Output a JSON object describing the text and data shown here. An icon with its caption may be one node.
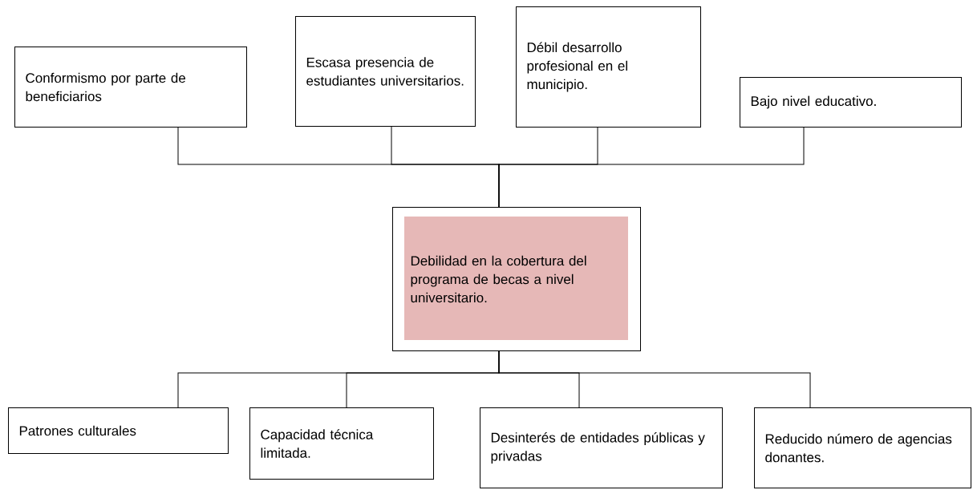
{
  "diagram": {
    "nodes": [
      {
        "text": [
          "Conformismo por parte de beneficiarios"
        ]
      },
      {
        "text": [
          "Escasa presencia de estudiantes universitarios."
        ]
      },
      {
        "text": [
          "Débil desarrollo profesional en el municipio."
        ]
      },
      {
        "text": [
          "Bajo nivel educativo."
        ]
      },
      {
        "text": [
          "Debilidad en la cobertura del programa de becas a nivel universitario."
        ]
      },
      {
        "text": [
          "Patrones culturales"
        ]
      },
      {
        "text": [
          "Capacidad técnica limitada."
        ]
      },
      {
        "text": [
          "Desinterés de entidades públicas y privadas"
        ]
      },
      {
        "text": [
          "Reducido número de agencias donantes."
        ]
      }
    ],
    "edges": [
      {
        "from": 0,
        "to": 4,
        "arrow": "none"
      },
      {
        "from": 1,
        "to": 4,
        "arrow": "none"
      },
      {
        "from": 2,
        "to": 4,
        "arrow": "none"
      },
      {
        "from": 3,
        "to": 4,
        "arrow": "none"
      },
      {
        "from": 4,
        "to": 5,
        "arrow": "none"
      },
      {
        "from": 4,
        "to": 6,
        "arrow": "none"
      },
      {
        "from": 4,
        "to": 7,
        "arrow": "none"
      },
      {
        "from": 4,
        "to": 8,
        "arrow": "none"
      }
    ]
  }
}
